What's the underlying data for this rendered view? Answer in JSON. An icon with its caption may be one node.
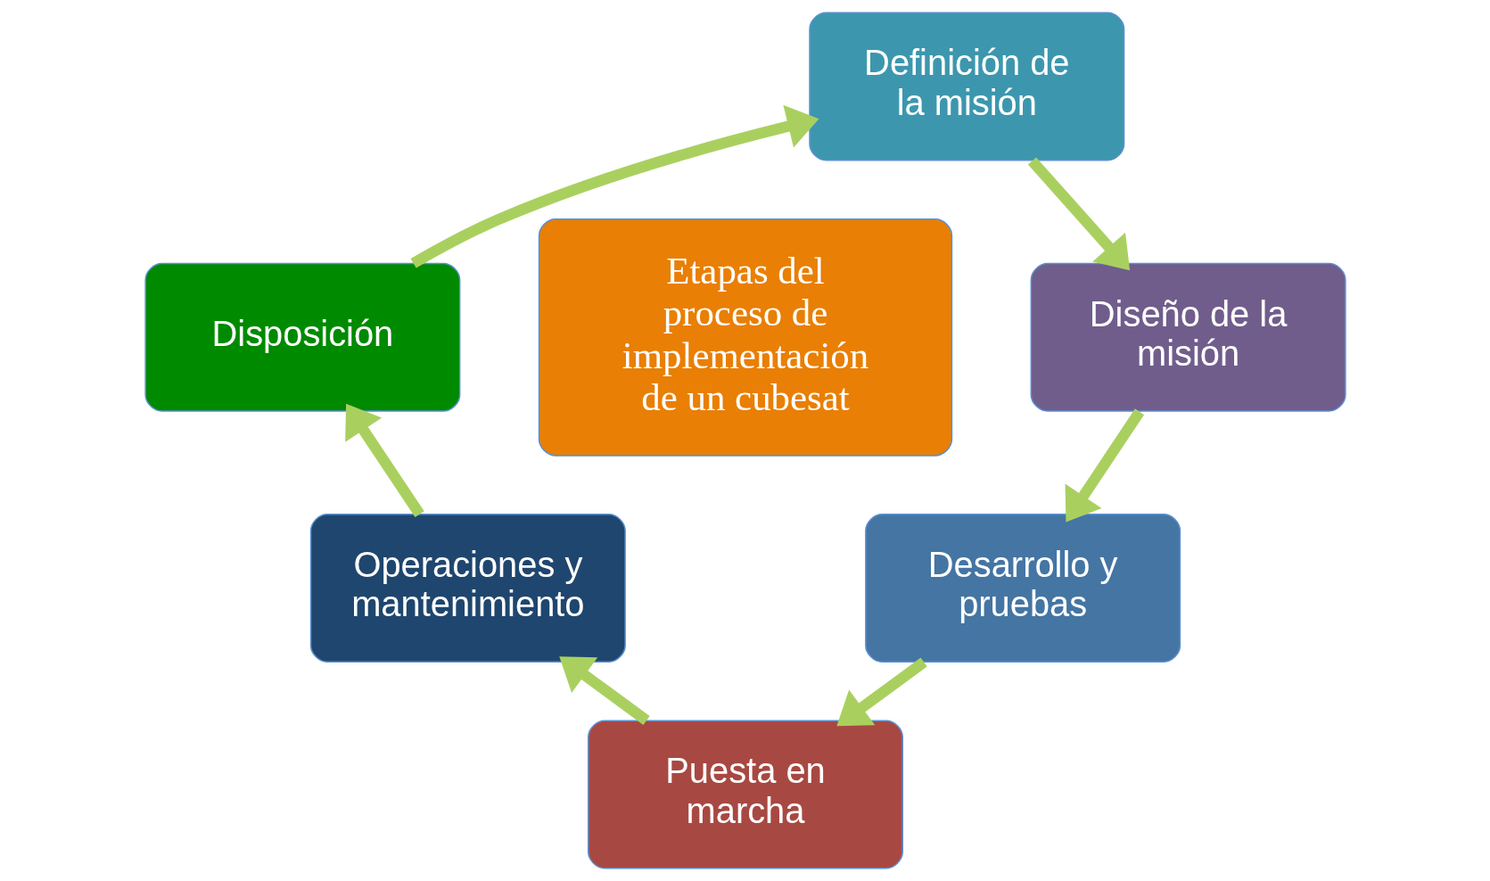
{
  "diagram": {
    "nodes": [
      {
        "text": [
          "Definición de la misión"
        ]
      },
      {
        "text": [
          "Diseño de la misión"
        ]
      },
      {
        "text": [
          "Desarrollo y pruebas"
        ]
      },
      {
        "text": [
          "Puesta en marcha"
        ]
      },
      {
        "text": [
          "Operaciones y mantenimiento"
        ]
      },
      {
        "text": [
          "Disposición"
        ]
      },
      {
        "text": [
          "Etapas del proceso de implementación de un cubesat"
        ]
      }
    ],
    "edges": [
      {
        "from": 0,
        "to": 1,
        "arrow": "to"
      },
      {
        "from": 1,
        "to": 2,
        "arrow": "to"
      },
      {
        "from": 2,
        "to": 3,
        "arrow": "to"
      },
      {
        "from": 3,
        "to": 4,
        "arrow": "to"
      },
      {
        "from": 4,
        "to": 5,
        "arrow": "to"
      },
      {
        "from": 5,
        "to": 0,
        "arrow": "to"
      }
    ]
  }
}
